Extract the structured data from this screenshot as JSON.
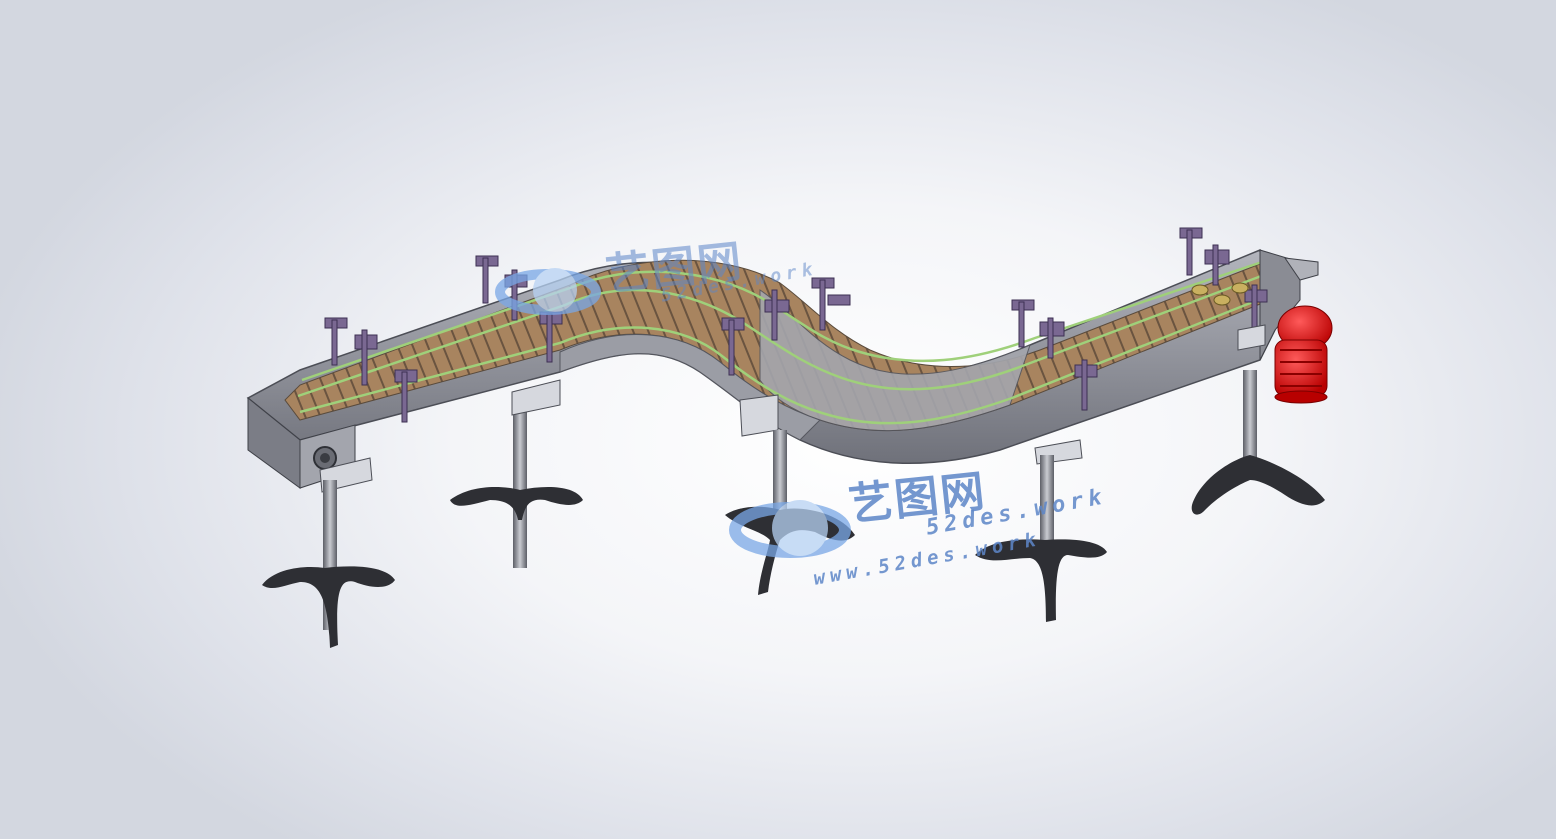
{
  "watermark": {
    "brand_text": "艺图网",
    "domain_text": "52des.work",
    "url_text": "www.52des.work",
    "color": "#5d86c8"
  },
  "colors": {
    "background": "#eceef2",
    "frame": "#8e9099",
    "frame_dark": "#5b5d66",
    "chain": "#9a7a5c",
    "guide_rail": "#9fd07a",
    "bracket": "#6e5a86",
    "motor": "#e01818",
    "leg": "#2e2f34"
  },
  "icons": [
    "conveyor-model",
    "motor",
    "leg-stand",
    "guide-rail-bracket",
    "watermark-logo"
  ]
}
